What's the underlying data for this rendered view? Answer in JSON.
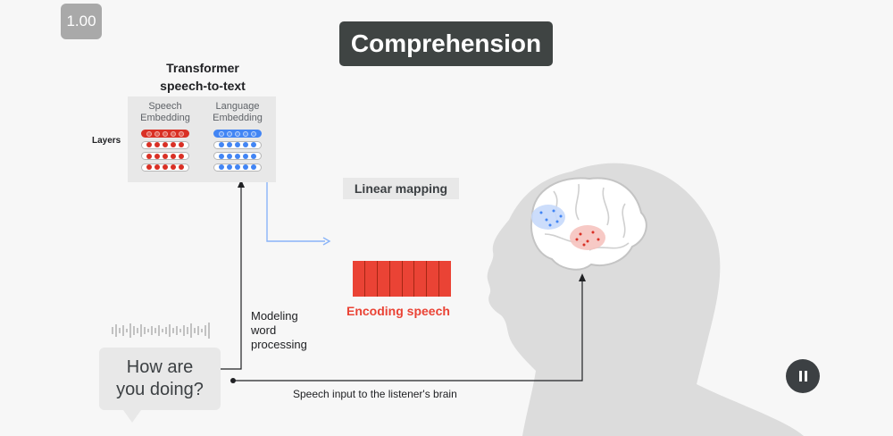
{
  "speed": "1.00",
  "title": "Comprehension",
  "model": {
    "title_line1": "Transformer",
    "title_line2": "speech-to-text",
    "speech_embedding": [
      "Speech",
      "Embedding"
    ],
    "language_embedding": [
      "Language",
      "Embedding"
    ],
    "layers_label": "Layers"
  },
  "linear_mapping": "Linear mapping",
  "encoding_label": "Encoding speech",
  "modeling": [
    "Modeling",
    "word",
    "processing"
  ],
  "speech_bubble": [
    "How are",
    "you doing?"
  ],
  "speech_input_label": "Speech input to the listener's brain",
  "colors": {
    "accent_red": "#ea4335",
    "accent_blue": "#4285f4",
    "dark": "#3f4443",
    "arrow_blue": "#8ab4f8"
  },
  "icons": {
    "pause": "pause-icon",
    "waveform": "waveform-icon"
  }
}
